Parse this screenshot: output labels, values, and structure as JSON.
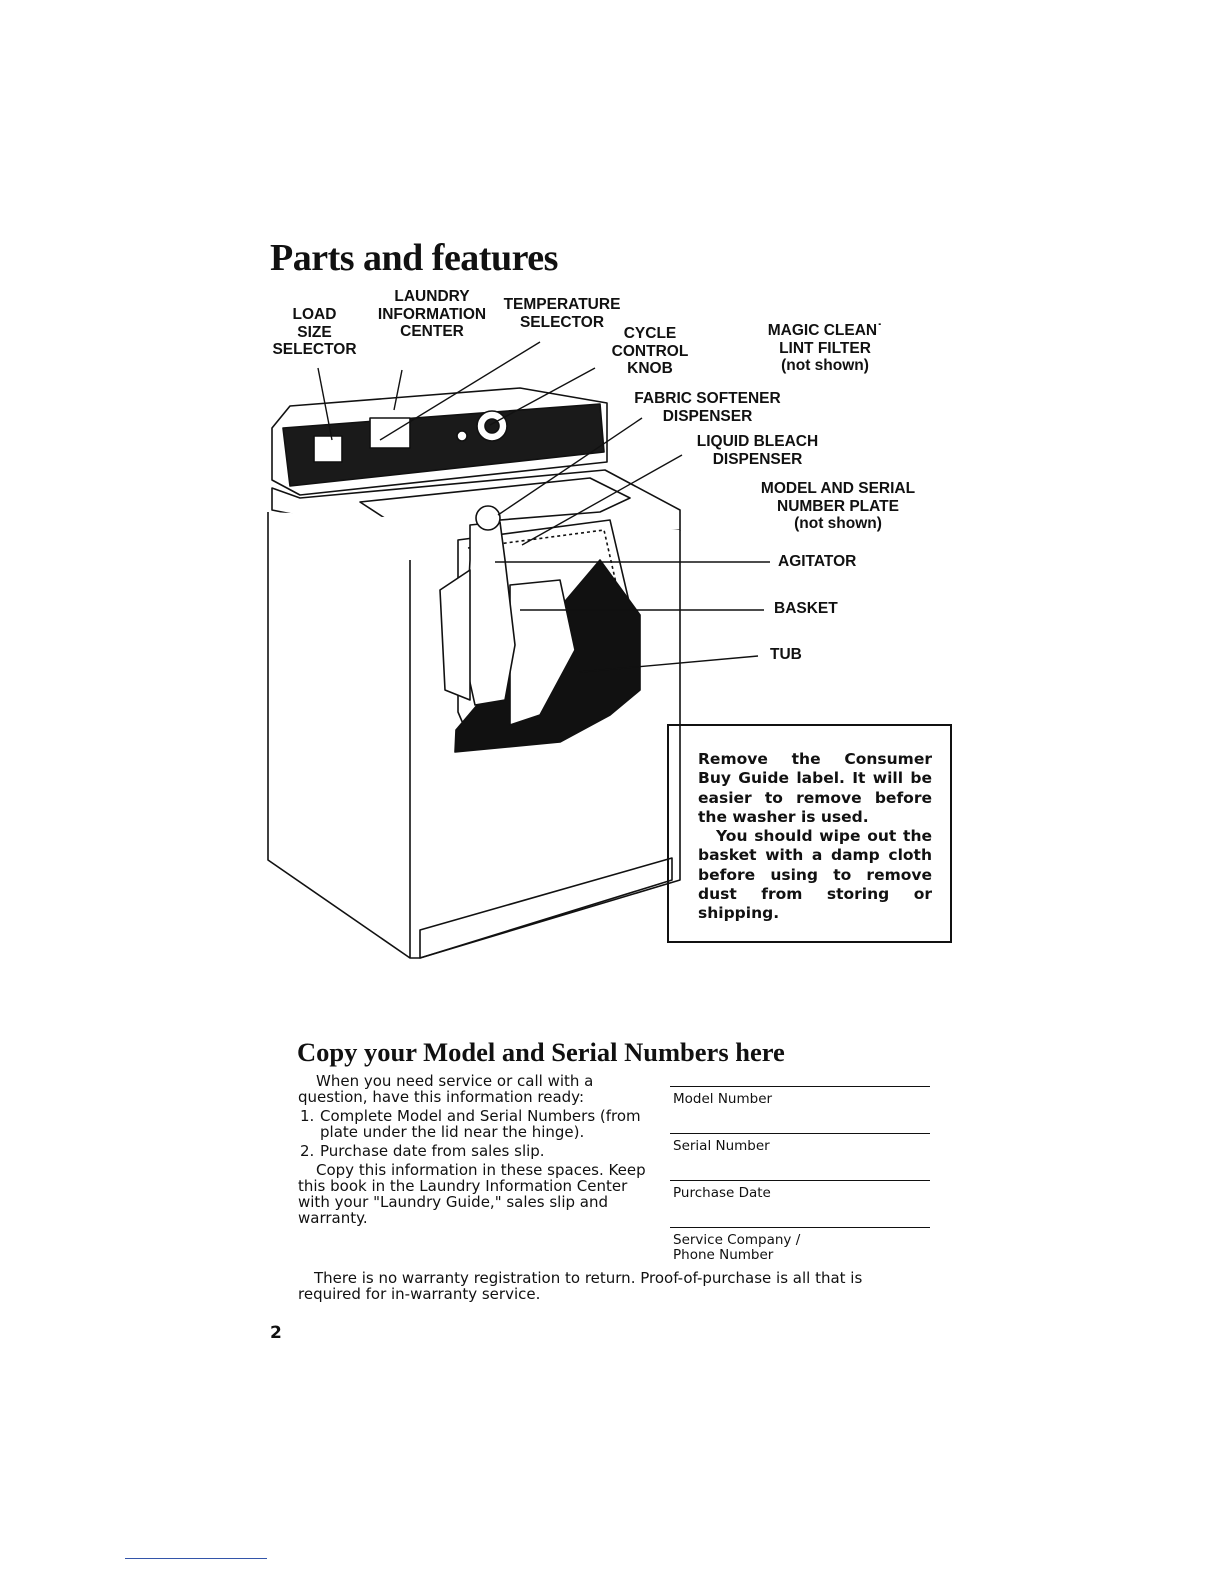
{
  "page": {
    "title": "Parts and features",
    "page_number": "2"
  },
  "labels": {
    "load_size_selector": "LOAD\nSIZE\nSELECTOR",
    "laundry_info_center": "LAUNDRY\nINFORMATION\nCENTER",
    "temperature_selector": "TEMPERATURE\nSELECTOR",
    "cycle_control_knob": "CYCLE\nCONTROL\nKNOB",
    "magic_clean_lint_filter": "MAGIC CLEAN˙\nLINT FILTER\n(not shown)",
    "fabric_softener_dispenser": "FABRIC SOFTENER\nDISPENSER",
    "liquid_bleach_dispenser": "LIQUID BLEACH\nDISPENSER",
    "model_serial_plate": "MODEL AND SERIAL\nNUMBER PLATE\n(not shown)",
    "agitator": "AGITATOR",
    "basket": "BASKET",
    "tub": "TUB"
  },
  "note": {
    "paragraph1": "Remove the Consumer Buy Guide label. It will be easier to remove before the washer is used.",
    "paragraph2": "You should wipe out the basket with a damp cloth before using to remove dust from storing or shipping."
  },
  "copy_section": {
    "heading": "Copy your Model and Serial Numbers here",
    "intro": "When you need service or call with a question, have this information ready:",
    "item1_num": "1.",
    "item1_text": "Complete Model and Serial Numbers (from plate under the lid near the hinge).",
    "item2_num": "2.",
    "item2_text": "Purchase date from sales slip.",
    "copy_text": "Copy this information in these spaces. Keep this book in the Laundry Information Center with your \"Laundry Guide,\" sales slip and warranty.",
    "fields": {
      "model_number": "Model Number",
      "serial_number": "Serial Number",
      "purchase_date": "Purchase Date",
      "service_company": "Service Company /",
      "phone_number": "Phone Number"
    },
    "footer": "There is no warranty registration to return. Proof-of-purchase is all that is required for in-warranty service."
  }
}
